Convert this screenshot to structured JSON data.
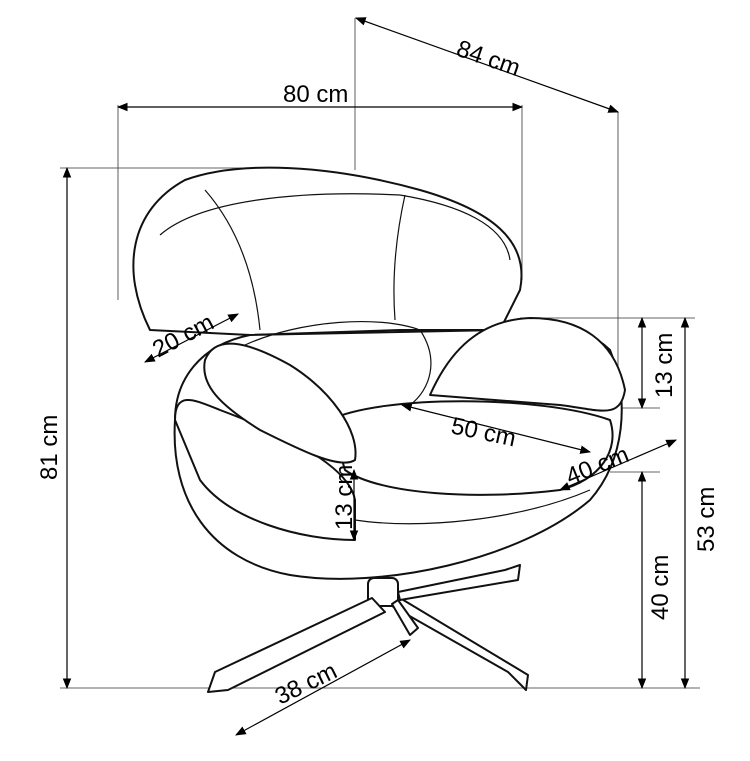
{
  "title": "Chair dimensions",
  "dimensions": {
    "depth_diag": "84 cm",
    "width": "80 cm",
    "height": "81 cm",
    "cushion": "20 cm",
    "armrest_height": "13 cm",
    "armrest_total": "53 cm",
    "seat_width": "50 cm",
    "seat_depth": "40 cm",
    "seat_thickness": "13 cm",
    "seat_height": "40 cm",
    "base": "38 cm"
  },
  "colors": {
    "line": "#000000",
    "background": "#ffffff"
  }
}
